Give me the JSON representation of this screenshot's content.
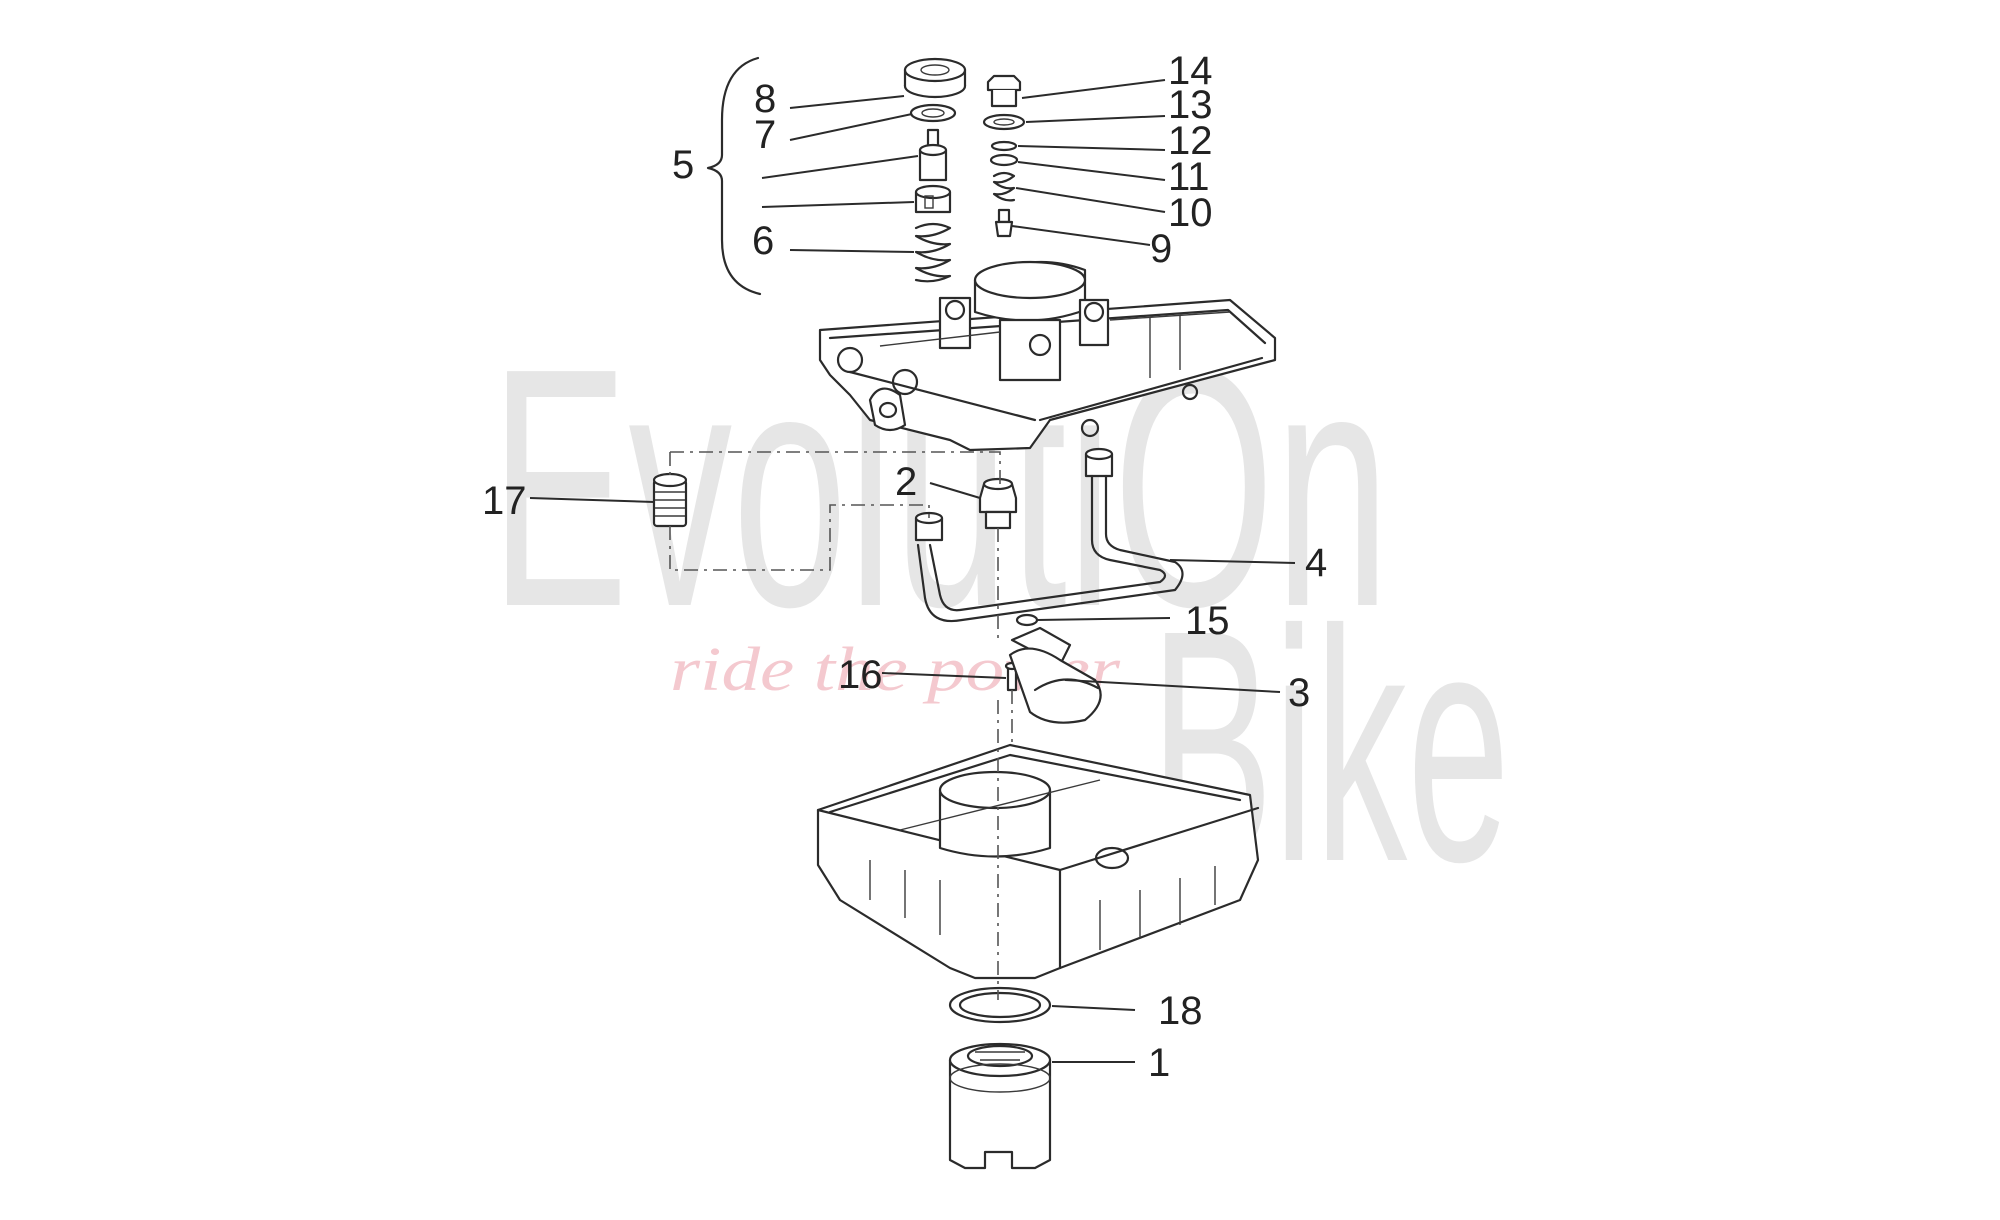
{
  "watermark": {
    "brand_line1": "EvolutiOn",
    "brand_line2": "Bike",
    "tagline": "ride the power"
  },
  "callouts": {
    "c1": "1",
    "c2": "2",
    "c3": "3",
    "c4": "4",
    "c5": "5",
    "c6": "6",
    "c7": "7",
    "c8": "8",
    "c9": "9",
    "c10": "10",
    "c11": "11",
    "c12": "12",
    "c13": "13",
    "c14": "14",
    "c15": "15",
    "c16": "16",
    "c17": "17",
    "c18": "18"
  },
  "colors": {
    "line": "#2b2b2b",
    "watermark": "#e6e6e6",
    "tagline": "#f4c9cf"
  }
}
